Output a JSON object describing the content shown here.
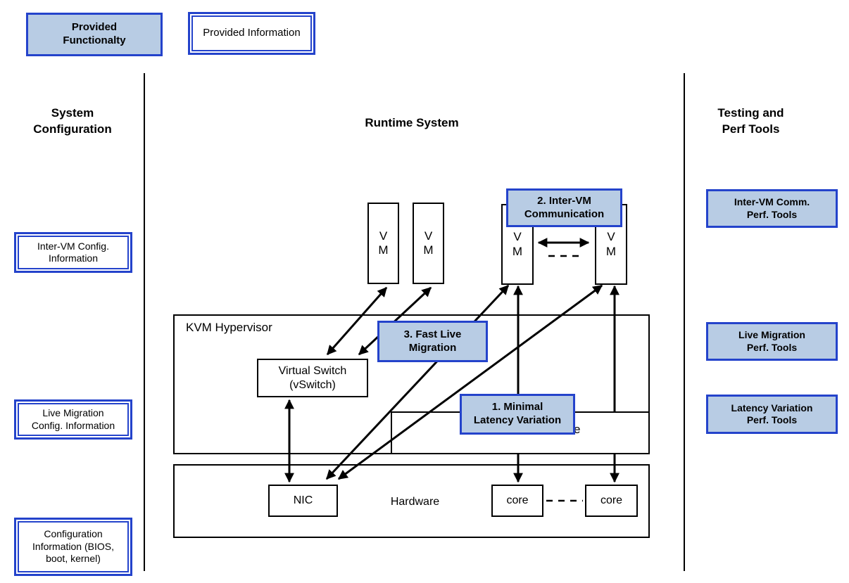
{
  "colors": {
    "box_fill": "#b8cce4",
    "box_border": "#2443cb",
    "line_color": "#000000"
  },
  "legend": {
    "functionality": "Provided\nFunctionalty",
    "information": "Provided Information"
  },
  "sections": {
    "left_heading": "System\nConfiguration",
    "center_heading": "Runtime System",
    "right_heading": "Testing and\nPerf Tools"
  },
  "left_boxes": [
    {
      "label": "Inter-VM Config.\nInformation"
    },
    {
      "label": "Live Migration\nConfig. Information"
    },
    {
      "label": "Configuration\nInformation (BIOS,\nboot, kernel)"
    }
  ],
  "right_boxes": [
    {
      "label": "Inter-VM Comm.\nPerf. Tools"
    },
    {
      "label": "Live Migration\nPerf. Tools"
    },
    {
      "label": "Latency Variation\nPerf. Tools"
    }
  ],
  "overlays": {
    "inter_vm_communication": "2. Inter-VM\nCommunication",
    "fast_live_migration": "3. Fast Live\nMigration",
    "minimal_latency_variation": "1. Minimal\nLatency Variation"
  },
  "runtime": {
    "hypervisor_label": "KVM Hypervisor",
    "vswitch_label": "Virtual Switch\n(vSwitch)",
    "vm_label": "V\nM",
    "inner_box_visible_text": "e",
    "hardware_label": "Hardware",
    "nic_label": "NIC",
    "core1_label": "core",
    "core2_label": "core"
  },
  "connections": [
    "VM1 <-> Virtual Switch",
    "VM2 <-> Virtual Switch",
    "Virtual Switch <-> NIC",
    "VM3 <-> NIC",
    "VM4 <-> NIC",
    "VM3 <-> core",
    "VM4 <-> core",
    "VM3 <-> VM4"
  ]
}
